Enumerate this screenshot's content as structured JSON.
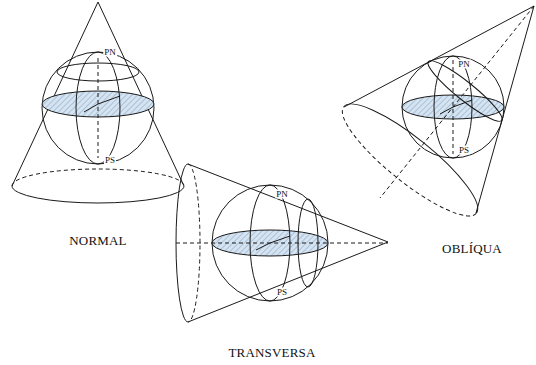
{
  "diagram": {
    "labels": [
      "PN",
      "PS",
      "NORMAL",
      "PN",
      "PS",
      "TRANSVERSA",
      "PN",
      "PS",
      "OBLÍQUA"
    ]
  }
}
